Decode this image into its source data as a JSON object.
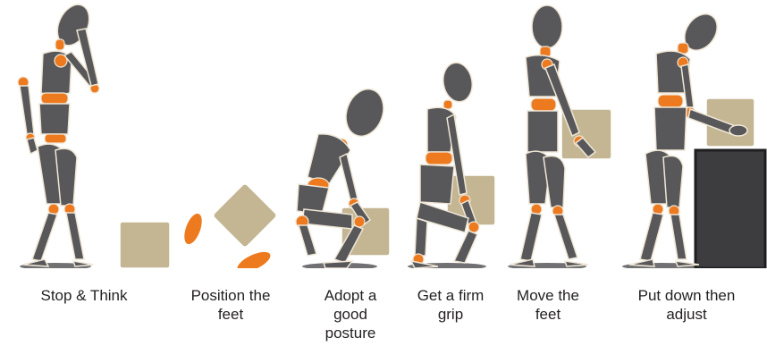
{
  "colors": {
    "body": "#58585a",
    "joint": "#ee7a1f",
    "outline": "#efe6d6",
    "box": "#c4b693",
    "box_outline": "#ffffff",
    "foot": "#ee7a1f",
    "table": "#3d3d40",
    "table_edge": "#1e1e20",
    "shadow": "#58585a"
  },
  "steps": [
    {
      "label": "Stop & Think"
    },
    {
      "label": "Position the\nfeet"
    },
    {
      "label": "Adopt a\ngood\nposture"
    },
    {
      "label": "Get a firm\ngrip"
    },
    {
      "label": "Move the\nfeet"
    },
    {
      "label": "Put down then\nadjust"
    }
  ]
}
